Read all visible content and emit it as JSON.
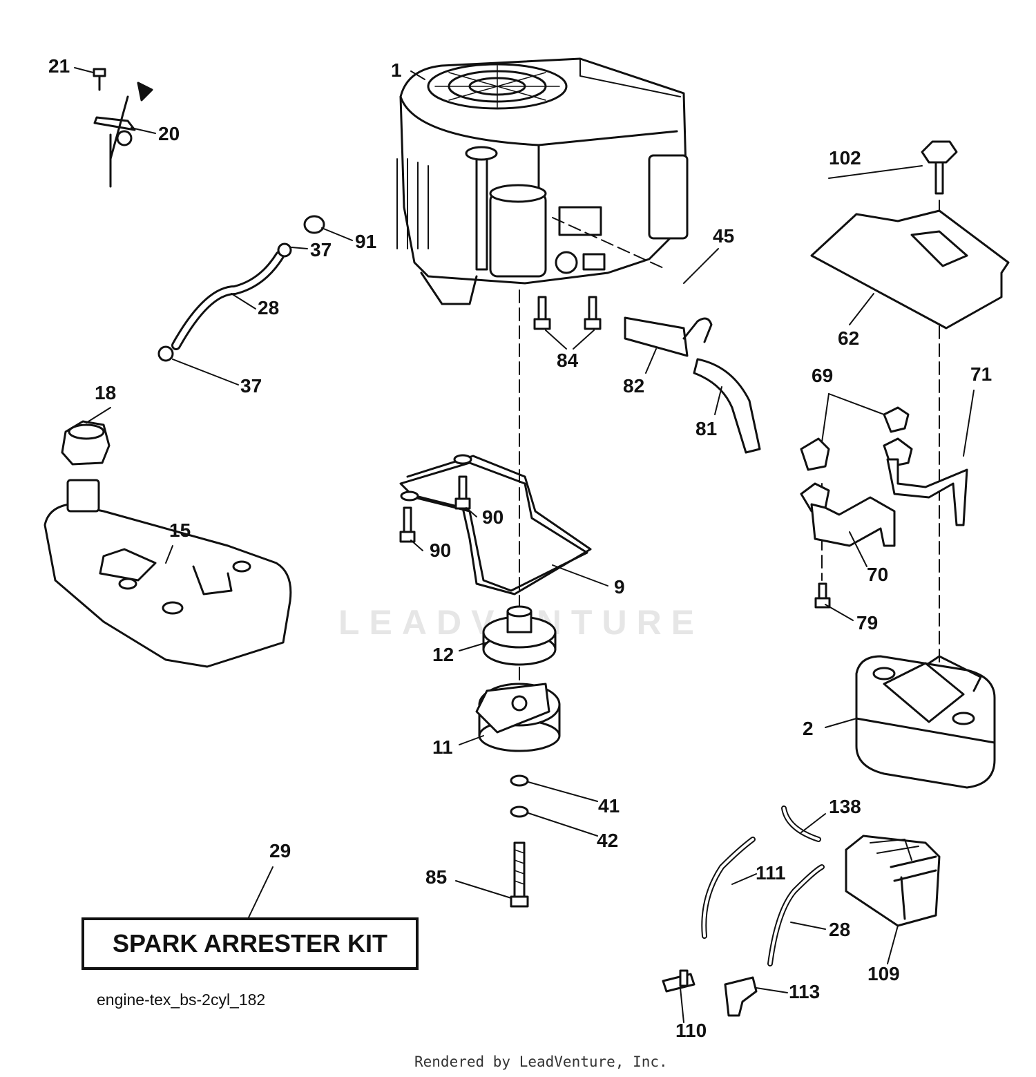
{
  "watermark": "LEADVENTURE",
  "kit_label": "SPARK ARRESTER KIT",
  "diagram_id": "engine-tex_bs-2cyl_182",
  "credit": "Rendered by LeadVenture, Inc.",
  "callouts": {
    "c1": "1",
    "c2": "2",
    "c9": "9",
    "c11": "11",
    "c12": "12",
    "c15": "15",
    "c18": "18",
    "c20": "20",
    "c21": "21",
    "c28a": "28",
    "c28b": "28",
    "c29": "29",
    "c37a": "37",
    "c37b": "37",
    "c41": "41",
    "c42": "42",
    "c45": "45",
    "c62": "62",
    "c69": "69",
    "c70": "70",
    "c71": "71",
    "c79": "79",
    "c81": "81",
    "c82": "82",
    "c84": "84",
    "c85": "85",
    "c90a": "90",
    "c90b": "90",
    "c91": "91",
    "c102": "102",
    "c109": "109",
    "c110": "110",
    "c111": "111",
    "c113": "113",
    "c138": "138"
  }
}
